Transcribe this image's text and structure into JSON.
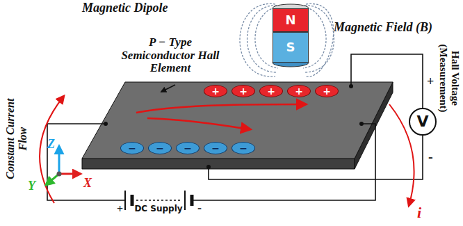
{
  "diagram": {
    "nodes": [
      {
        "text": [
          "N"
        ]
      },
      {
        "text": [
          "S"
        ]
      },
      {
        "text": [
          "+"
        ]
      },
      {
        "text": [
          "+"
        ]
      },
      {
        "text": [
          "+"
        ]
      },
      {
        "text": [
          "+"
        ]
      },
      {
        "text": [
          "+"
        ]
      },
      {
        "text": [
          "−"
        ]
      },
      {
        "text": [
          "−"
        ]
      },
      {
        "text": [
          "−"
        ]
      },
      {
        "text": [
          "−"
        ]
      },
      {
        "text": [
          "−"
        ]
      },
      {
        "text": [
          "V"
        ]
      }
    ],
    "labels": [
      "Magnetic Dipole",
      "Magnetic Field (B)",
      "P − Type Semiconductor Hall Element",
      "Hall Voltage (Measurement)",
      "+",
      "-",
      "Constant Current Flow",
      "Z",
      "Y",
      "X",
      "+",
      "DC Supply",
      "-",
      "i"
    ]
  }
}
